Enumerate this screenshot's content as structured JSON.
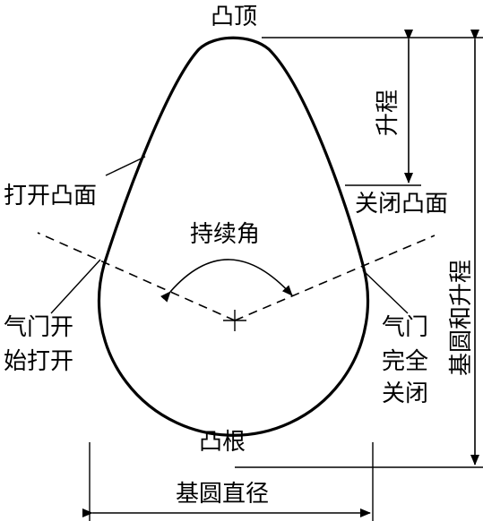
{
  "labels": {
    "cam_top": "凸顶",
    "lift": "升程",
    "opening_flank": "打开凸面",
    "closing_flank": "关闭凸面",
    "duration": "持续角",
    "base_circle_plus_lift": "基圆和升程",
    "valve_opens_line1": "气门开",
    "valve_opens_line2": "始打开",
    "valve_closes_line1": "气门",
    "valve_closes_line2": "完全",
    "valve_closes_line3": "关闭",
    "cam_base": "凸根",
    "base_circle_diameter": "基圆直径"
  },
  "colors": {
    "ink": "#000000",
    "background": "#ffffff"
  }
}
